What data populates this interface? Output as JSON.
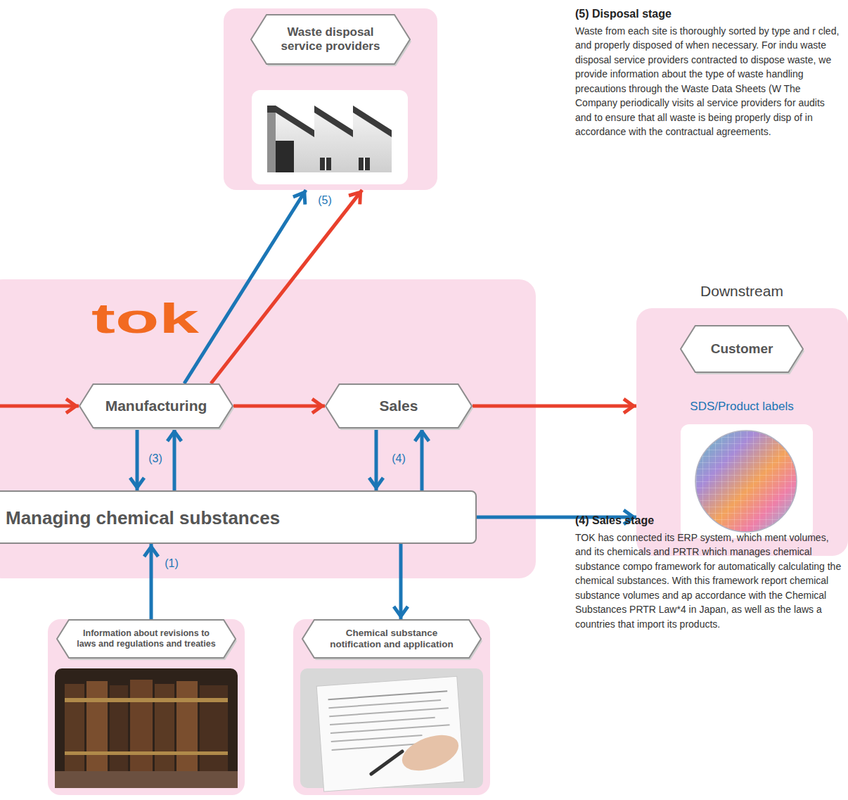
{
  "diagram": {
    "nodes": [
      {
        "text": [
          "Waste disposal service providers"
        ]
      },
      {
        "text": [
          "tok"
        ]
      },
      {
        "text": [
          "Manufacturing"
        ],
        "in": 1
      },
      {
        "text": [
          "Sales"
        ],
        "in": 1
      },
      {
        "text": [
          "Managing chemical substances"
        ],
        "in": 1
      },
      {
        "text": [
          "Downstream",
          "Customer",
          "SDS/Product labels"
        ]
      },
      {
        "text": [
          "Information about revisions to laws and regulations and treaties"
        ]
      },
      {
        "text": [
          "Chemical substance notification and application"
        ]
      }
    ],
    "edges": [
      {
        "from": 2,
        "to": 0,
        "arrow": "to"
      },
      {
        "from": 2,
        "to": 0,
        "arrow": "to"
      },
      {
        "from": 2,
        "to": 3,
        "arrow": "to"
      },
      {
        "from": 3,
        "to": 5,
        "arrow": "to"
      },
      {
        "from": 2,
        "to": 4,
        "arrow": "to"
      },
      {
        "from": 4,
        "to": 2,
        "arrow": "to"
      },
      {
        "from": 3,
        "to": 4,
        "arrow": "to"
      },
      {
        "from": 4,
        "to": 3,
        "arrow": "to"
      },
      {
        "from": 4,
        "to": 5,
        "arrow": "to"
      },
      {
        "from": 6,
        "to": 4,
        "arrow": "to"
      },
      {
        "from": 4,
        "to": 7,
        "arrow": "to"
      }
    ],
    "labels": [
      "(5) Disposal stage",
      "Waste from each site is thoroughly sorted by type and r cled, and properly disposed of when necessary. For indu waste disposal service providers contracted to dispose waste, we provide information about the type of waste handling precautions through the Waste Data Sheets (W The Company periodically visits al service providers for audits and to ensure that all waste is being properly disp of in accordance with the contractual agreements.",
      "(5)",
      "(3)",
      "(4)",
      "(1)",
      "(4) Sales stage",
      "TOK has connected its ERP system, which ment volumes, and its chemicals and PRTR which manages chemical substance compo framework for automatically calculating the chemical substances. With this framework report chemical substance volumes and ap accordance with the Chemical Substances PRTR Law*4 in Japan, as well as the laws a countries that import its products."
    ]
  }
}
